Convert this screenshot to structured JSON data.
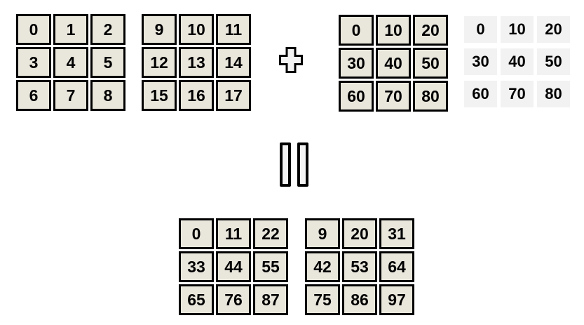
{
  "diagram_title": "broadcasting-addition-diagram",
  "grids": {
    "a": {
      "rows": [
        [
          "0",
          "1",
          "2"
        ],
        [
          "3",
          "4",
          "5"
        ],
        [
          "6",
          "7",
          "8"
        ]
      ]
    },
    "b": {
      "rows": [
        [
          "9",
          "10",
          "11"
        ],
        [
          "12",
          "13",
          "14"
        ],
        [
          "15",
          "16",
          "17"
        ]
      ]
    },
    "c": {
      "rows": [
        [
          "0",
          "10",
          "20"
        ],
        [
          "30",
          "40",
          "50"
        ],
        [
          "60",
          "70",
          "80"
        ]
      ]
    },
    "ghost": {
      "rows": [
        [
          "0",
          "10",
          "20"
        ],
        [
          "30",
          "40",
          "50"
        ],
        [
          "60",
          "70",
          "80"
        ]
      ]
    },
    "d": {
      "rows": [
        [
          "0",
          "11",
          "22"
        ],
        [
          "33",
          "44",
          "55"
        ],
        [
          "65",
          "76",
          "87"
        ]
      ]
    },
    "e": {
      "rows": [
        [
          "9",
          "20",
          "31"
        ],
        [
          "42",
          "53",
          "64"
        ],
        [
          "75",
          "86",
          "97"
        ]
      ]
    }
  },
  "icons": {
    "plus": "plus-icon",
    "equals": "equals-icon"
  },
  "colors": {
    "cell_fill": "#e9e6dc",
    "ghost_fill": "#f2f2f2",
    "symbol_fill": "#f3f3f3",
    "border": "#000000",
    "text": "#000000",
    "background": "#ffffff"
  }
}
